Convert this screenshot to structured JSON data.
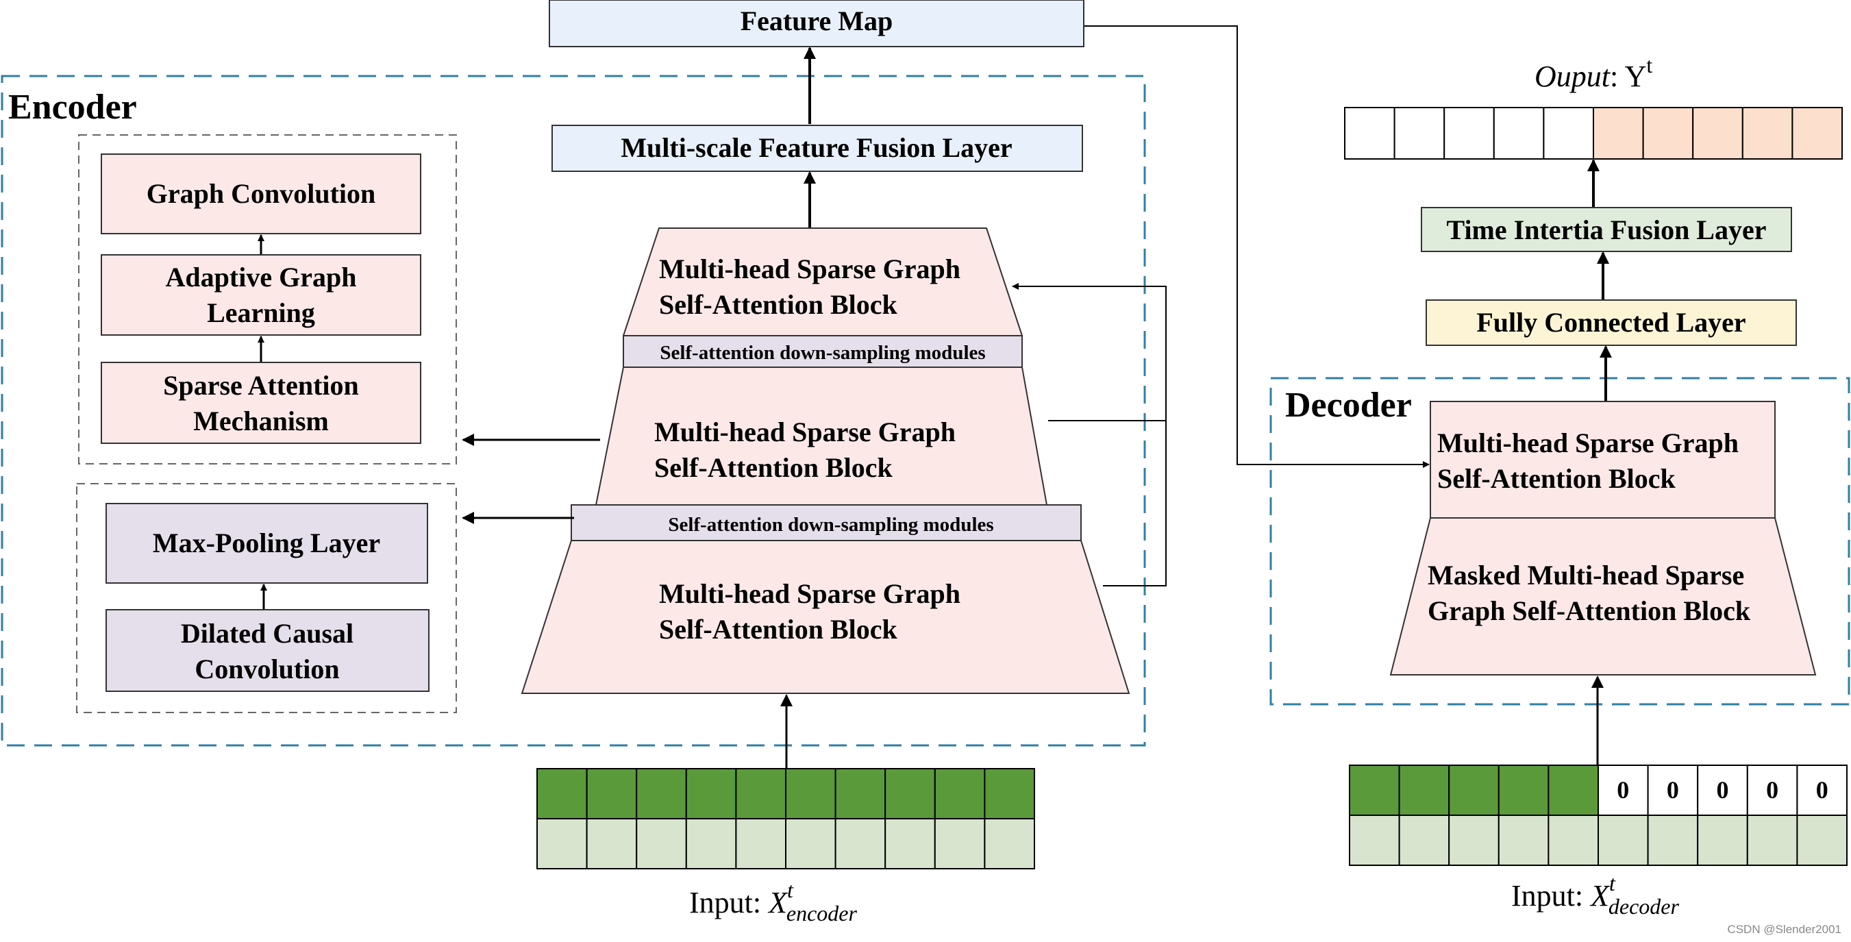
{
  "diagram": {
    "feature_map": "Feature Map",
    "encoder": {
      "title": "Encoder",
      "fusion_layer": "Multi-scale Feature Fusion Layer",
      "attention_block_line1": "Multi-head Sparse Graph",
      "attention_block_line2": "Self-Attention Block",
      "downsampling": "Self-attention down-sampling modules",
      "detail_box_1": {
        "graph_convolution": "Graph Convolution",
        "adaptive_line1": "Adaptive Graph",
        "adaptive_line2": "Learning",
        "sparse_line1": "Sparse Attention",
        "sparse_line2": "Mechanism"
      },
      "detail_box_2": {
        "max_pooling": "Max-Pooling Layer",
        "dilated_line1": "Dilated Causal",
        "dilated_line2": "Convolution"
      },
      "input_prefix": "Input: ",
      "input_var": "X",
      "input_sup": "t",
      "input_sub": "encoder"
    },
    "decoder": {
      "title": "Decoder",
      "block_line1": "Multi-head Sparse Graph",
      "block_line2": "Self-Attention Block",
      "masked_line1": "Masked Multi-head Sparse",
      "masked_line2": "Graph Self-Attention Block",
      "fully_connected": "Fully Connected Layer",
      "time_inertia": "Time Intertia Fusion Layer",
      "output_label": "Ouput",
      "output_var": ": Y",
      "output_sup": "t",
      "input_prefix": "Input: ",
      "input_var": "X",
      "input_sup": "t",
      "input_sub": "decoder",
      "zero": "0"
    },
    "watermark": "CSDN @Slender2001"
  },
  "colors": {
    "pink": "#fde8e8",
    "light_blue": "#e8f0fb",
    "lavender": "#e5dfeb",
    "light_green": "#e0ecdb",
    "light_yellow": "#fdf4d6",
    "green": "#5b9a3b",
    "pale_green": "#d9e4cf",
    "peach": "#fce0cd",
    "dash_blue": "#2f7fa4"
  }
}
